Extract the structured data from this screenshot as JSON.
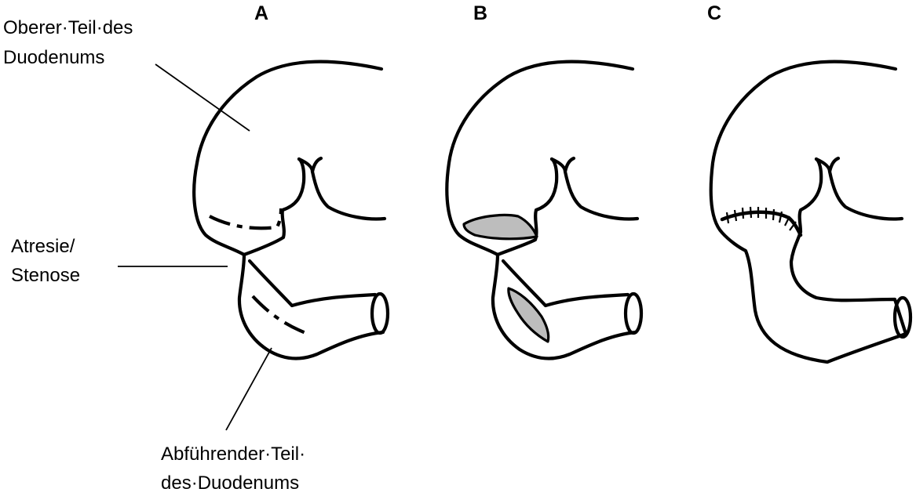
{
  "panels": {
    "a": {
      "letter": "A"
    },
    "b": {
      "letter": "B"
    },
    "c": {
      "letter": "C"
    }
  },
  "labels": {
    "upper_line1": "Oberer·Teil·des",
    "upper_line2": "Duodenums",
    "atresia_line1": "Atresie/",
    "atresia_line2": "Stenose",
    "lower_line1": "Abführender·Teil·",
    "lower_line2": "des·Duodenums"
  }
}
